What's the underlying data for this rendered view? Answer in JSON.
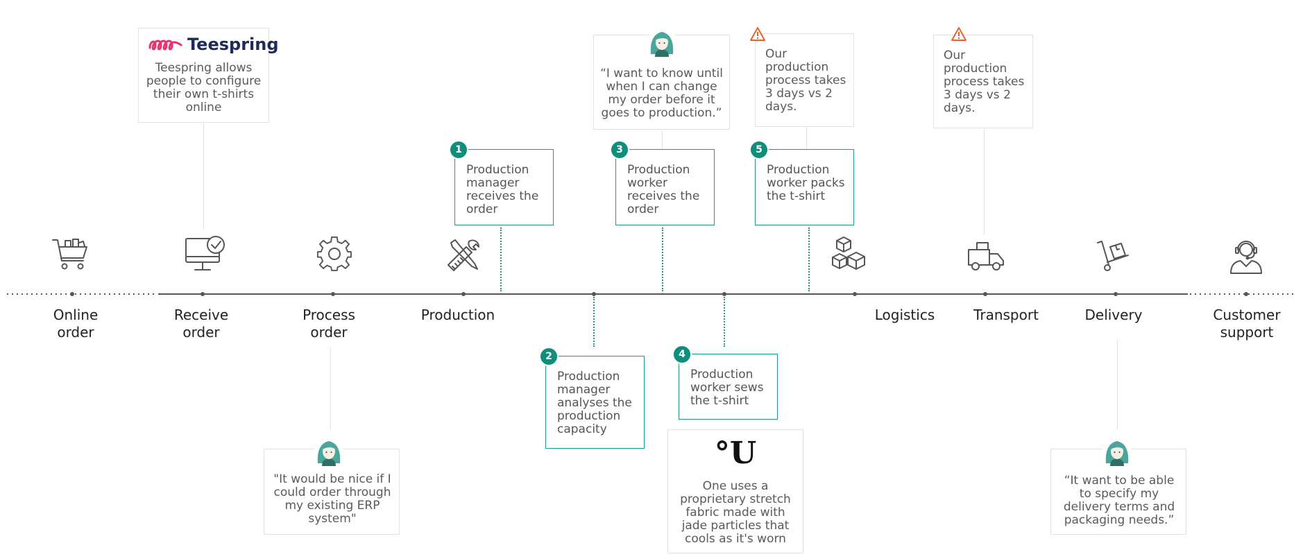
{
  "stages": [
    {
      "label": "Online\norder",
      "icon": "shopping-cart-icon"
    },
    {
      "label": "Receive\norder",
      "icon": "monitor-check-icon"
    },
    {
      "label": "Process\norder",
      "icon": "gear-icon"
    },
    {
      "label": "Production",
      "icon": "tools-icon"
    },
    {
      "label": "Logistics",
      "icon": "boxes-icon"
    },
    {
      "label": "Transport",
      "icon": "truck-icon"
    },
    {
      "label": "Delivery",
      "icon": "hand-truck-icon"
    },
    {
      "label": "Customer\nsupport",
      "icon": "headset-agent-icon"
    }
  ],
  "teespring": {
    "logo_text": "Teespring",
    "description": "Teespring allows people to configure their own t-shirts online"
  },
  "quotes": {
    "erp": "\"It would be nice if I could order through my existing ERP system\"",
    "change_order": "“I want to know until when I can change my order before it goes to production.”",
    "delivery": "“It want to be able to specify my delivery terms and packaging needs.”"
  },
  "warnings": {
    "production": "Our production process takes 3 days vs 2 days.",
    "transport": "Our production process takes 3 days vs 2 days."
  },
  "steps": [
    {
      "number": "1",
      "text": "Production manager receives the order"
    },
    {
      "number": "2",
      "text": "Production manager analyses the production capacity"
    },
    {
      "number": "3",
      "text": "Production worker receives the order"
    },
    {
      "number": "4",
      "text": "Production worker sews the t-shirt"
    },
    {
      "number": "5",
      "text": "Production worker packs the t-shirt"
    }
  ],
  "competitor": {
    "logo_text": "°U",
    "description": "One uses a proprietary stretch fabric made with jade particles that cools as it's worn"
  },
  "colors": {
    "accent": "#1f9a86",
    "badge": "#0f8f7b",
    "warning": "#e8632b",
    "teespring_pink": "#e8336a",
    "teespring_navy": "#1f2a5c",
    "avatar_hair": "#4aa59a"
  }
}
